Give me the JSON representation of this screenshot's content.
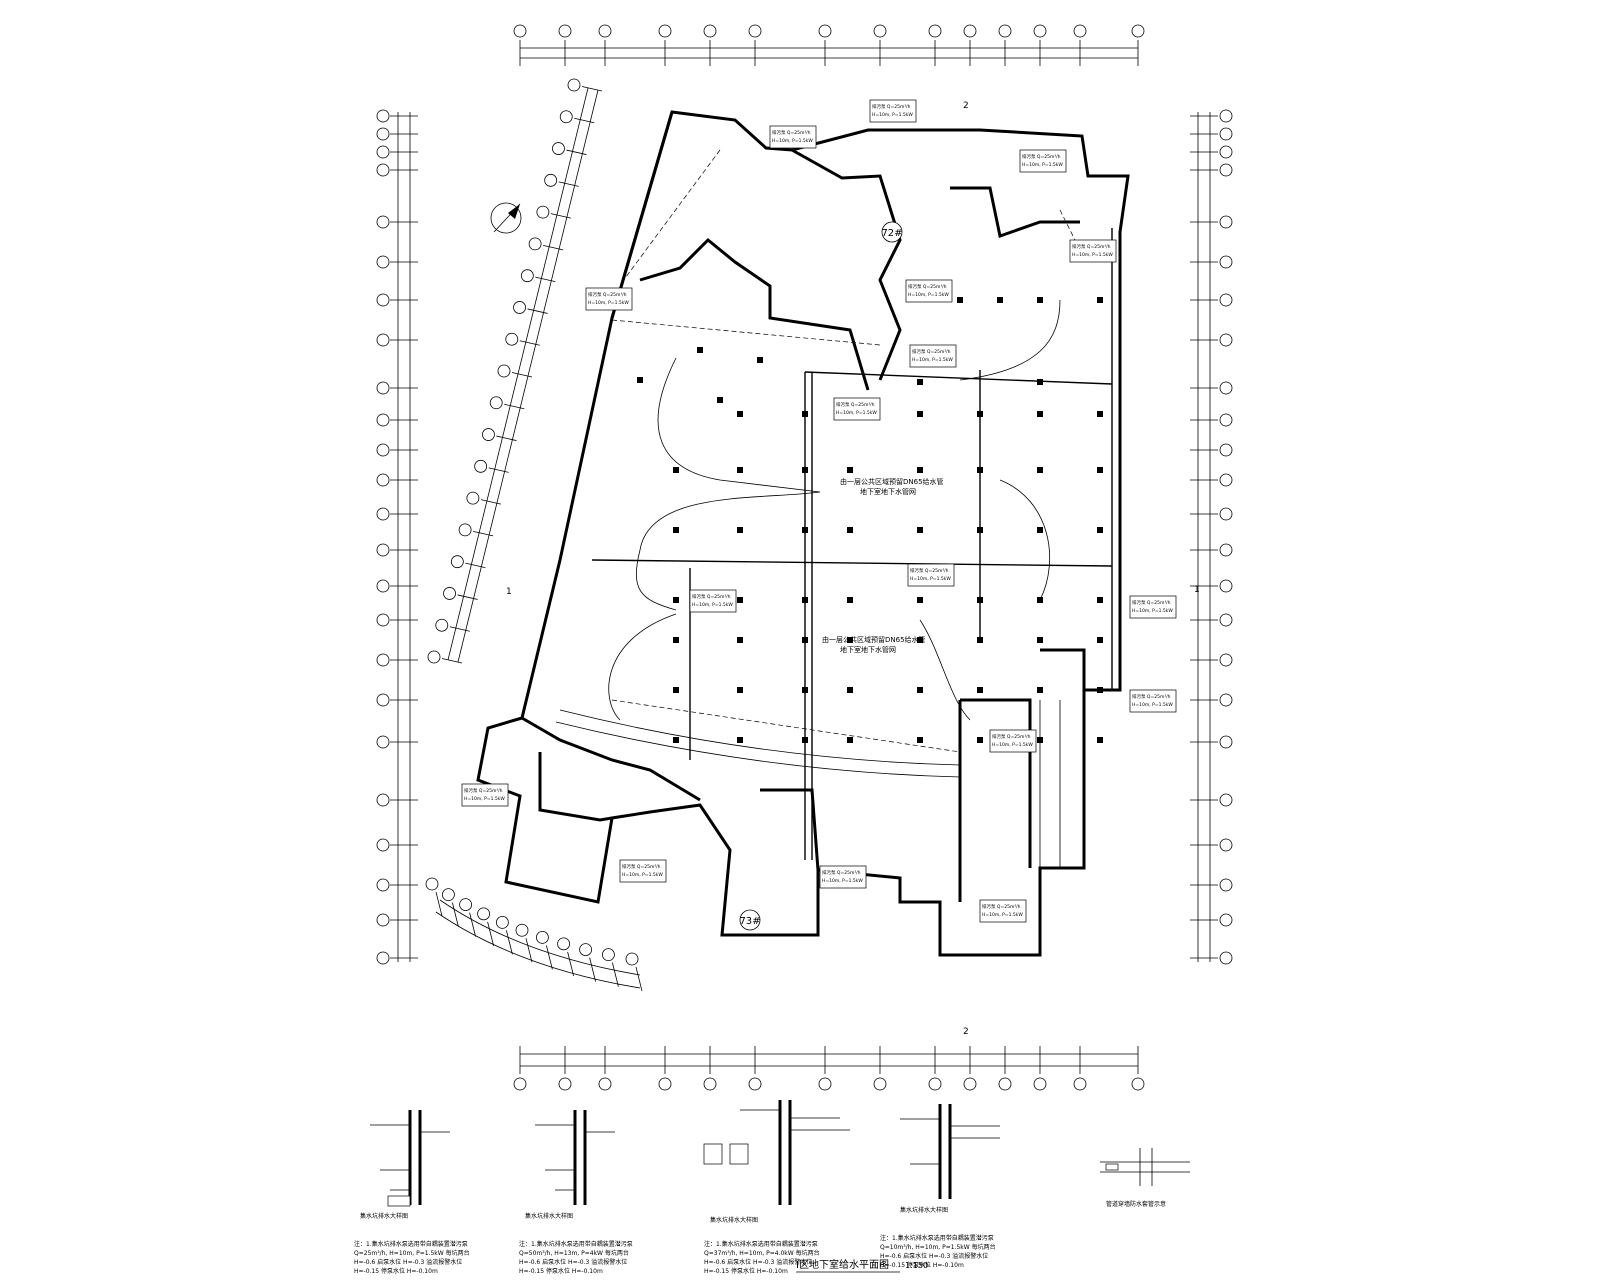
{
  "drawing": {
    "title": "I区地下室给水平面图",
    "scale": "1:150"
  },
  "side_marks": {
    "top": "2",
    "bottom": "2",
    "left": "1",
    "right": "1"
  },
  "building_labels": {
    "tower_upper": "72#",
    "tower_lower": "73#"
  },
  "zone_notes": [
    "由一层公共区域预留DN65给水管",
    "地下室地下水管网",
    "由一层公共区域预留DN65给水管",
    "地下室地下水管网"
  ],
  "pump_specs": {
    "line1": "排污泵 Q=25m³/h",
    "line2": "H=10m, P=1.5kW"
  },
  "details": [
    {
      "title": "集水坑排水大样图",
      "notes": [
        "注：1.集水坑排水泵选用带自耦装置潜污泵",
        "Q=25m³/h, H=10m, P=1.5kW 每坑两台",
        "H=-0.6 启泵水位  H=-0.3 溢流报警水位",
        "H=-0.15 停泵水位  H=-0.10m"
      ]
    },
    {
      "title": "集水坑排水大样图",
      "notes": [
        "注：1.集水坑排水泵选用带自耦装置潜污泵",
        "Q=50m³/h, H=13m, P=4kW 每坑两台",
        "H=-0.6 启泵水位  H=-0.3 溢流报警水位",
        "H=-0.15 停泵水位  H=-0.10m"
      ]
    },
    {
      "title": "集水坑排水大样图",
      "notes": [
        "注：1.集水坑排水泵选用带自耦装置潜污泵",
        "Q=37m³/h, H=10m, P=4.0kW 每坑两台",
        "H=-0.6 启泵水位  H=-0.3 溢流报警水位",
        "H=-0.15 停泵水位  H=-0.10m"
      ]
    },
    {
      "title": "集水坑排水大样图",
      "notes": [
        "注：1.集水坑排水泵选用带自耦装置潜污泵",
        "Q=10m³/h, H=10m, P=1.5kW 每坑两台",
        "H=-0.6 启泵水位  H=-0.3 溢流报警水位",
        "H=-0.15 停泵水位  H=-0.10m"
      ]
    },
    {
      "title": "管道穿墙防水套管示意",
      "notes": []
    }
  ]
}
